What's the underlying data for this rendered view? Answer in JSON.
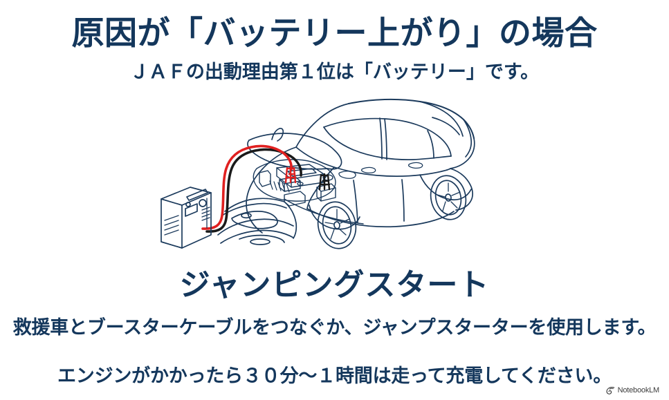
{
  "slide": {
    "background_color": "#ffffff",
    "text_color": "#14375c",
    "headline": "原因が「バッテリー上がり」の場合",
    "subhead": "ＪＡＦの出動理由第１位は「バッテリー」です。",
    "method_title": "ジャンピングスタート",
    "method_detail": "救援車とブースターケーブルをつなぐか、ジャンプスターターを使用します。",
    "charge_note": "エンジンがかかったら３０分～１時間は走って充電してください。"
  },
  "illustration": {
    "name": "jump-start-diagram",
    "description": "line-art sedan with open hood, portable jump starter connected by red and black booster cables to the battery terminals",
    "line_color": "#1b3a5c",
    "positive_cable_color": "#e02020",
    "negative_cable_color": "#1a1a1a",
    "parts": [
      "car-body",
      "open-hood",
      "engine-bay",
      "car-battery",
      "red-clamp",
      "black-clamp",
      "red-cable",
      "black-cable",
      "jump-starter-device",
      "front-wheel",
      "rear-wheel"
    ]
  },
  "watermark": {
    "label": "NotebookLM",
    "icon": "notebooklm-spark-icon",
    "color": "#2b2b2b"
  }
}
